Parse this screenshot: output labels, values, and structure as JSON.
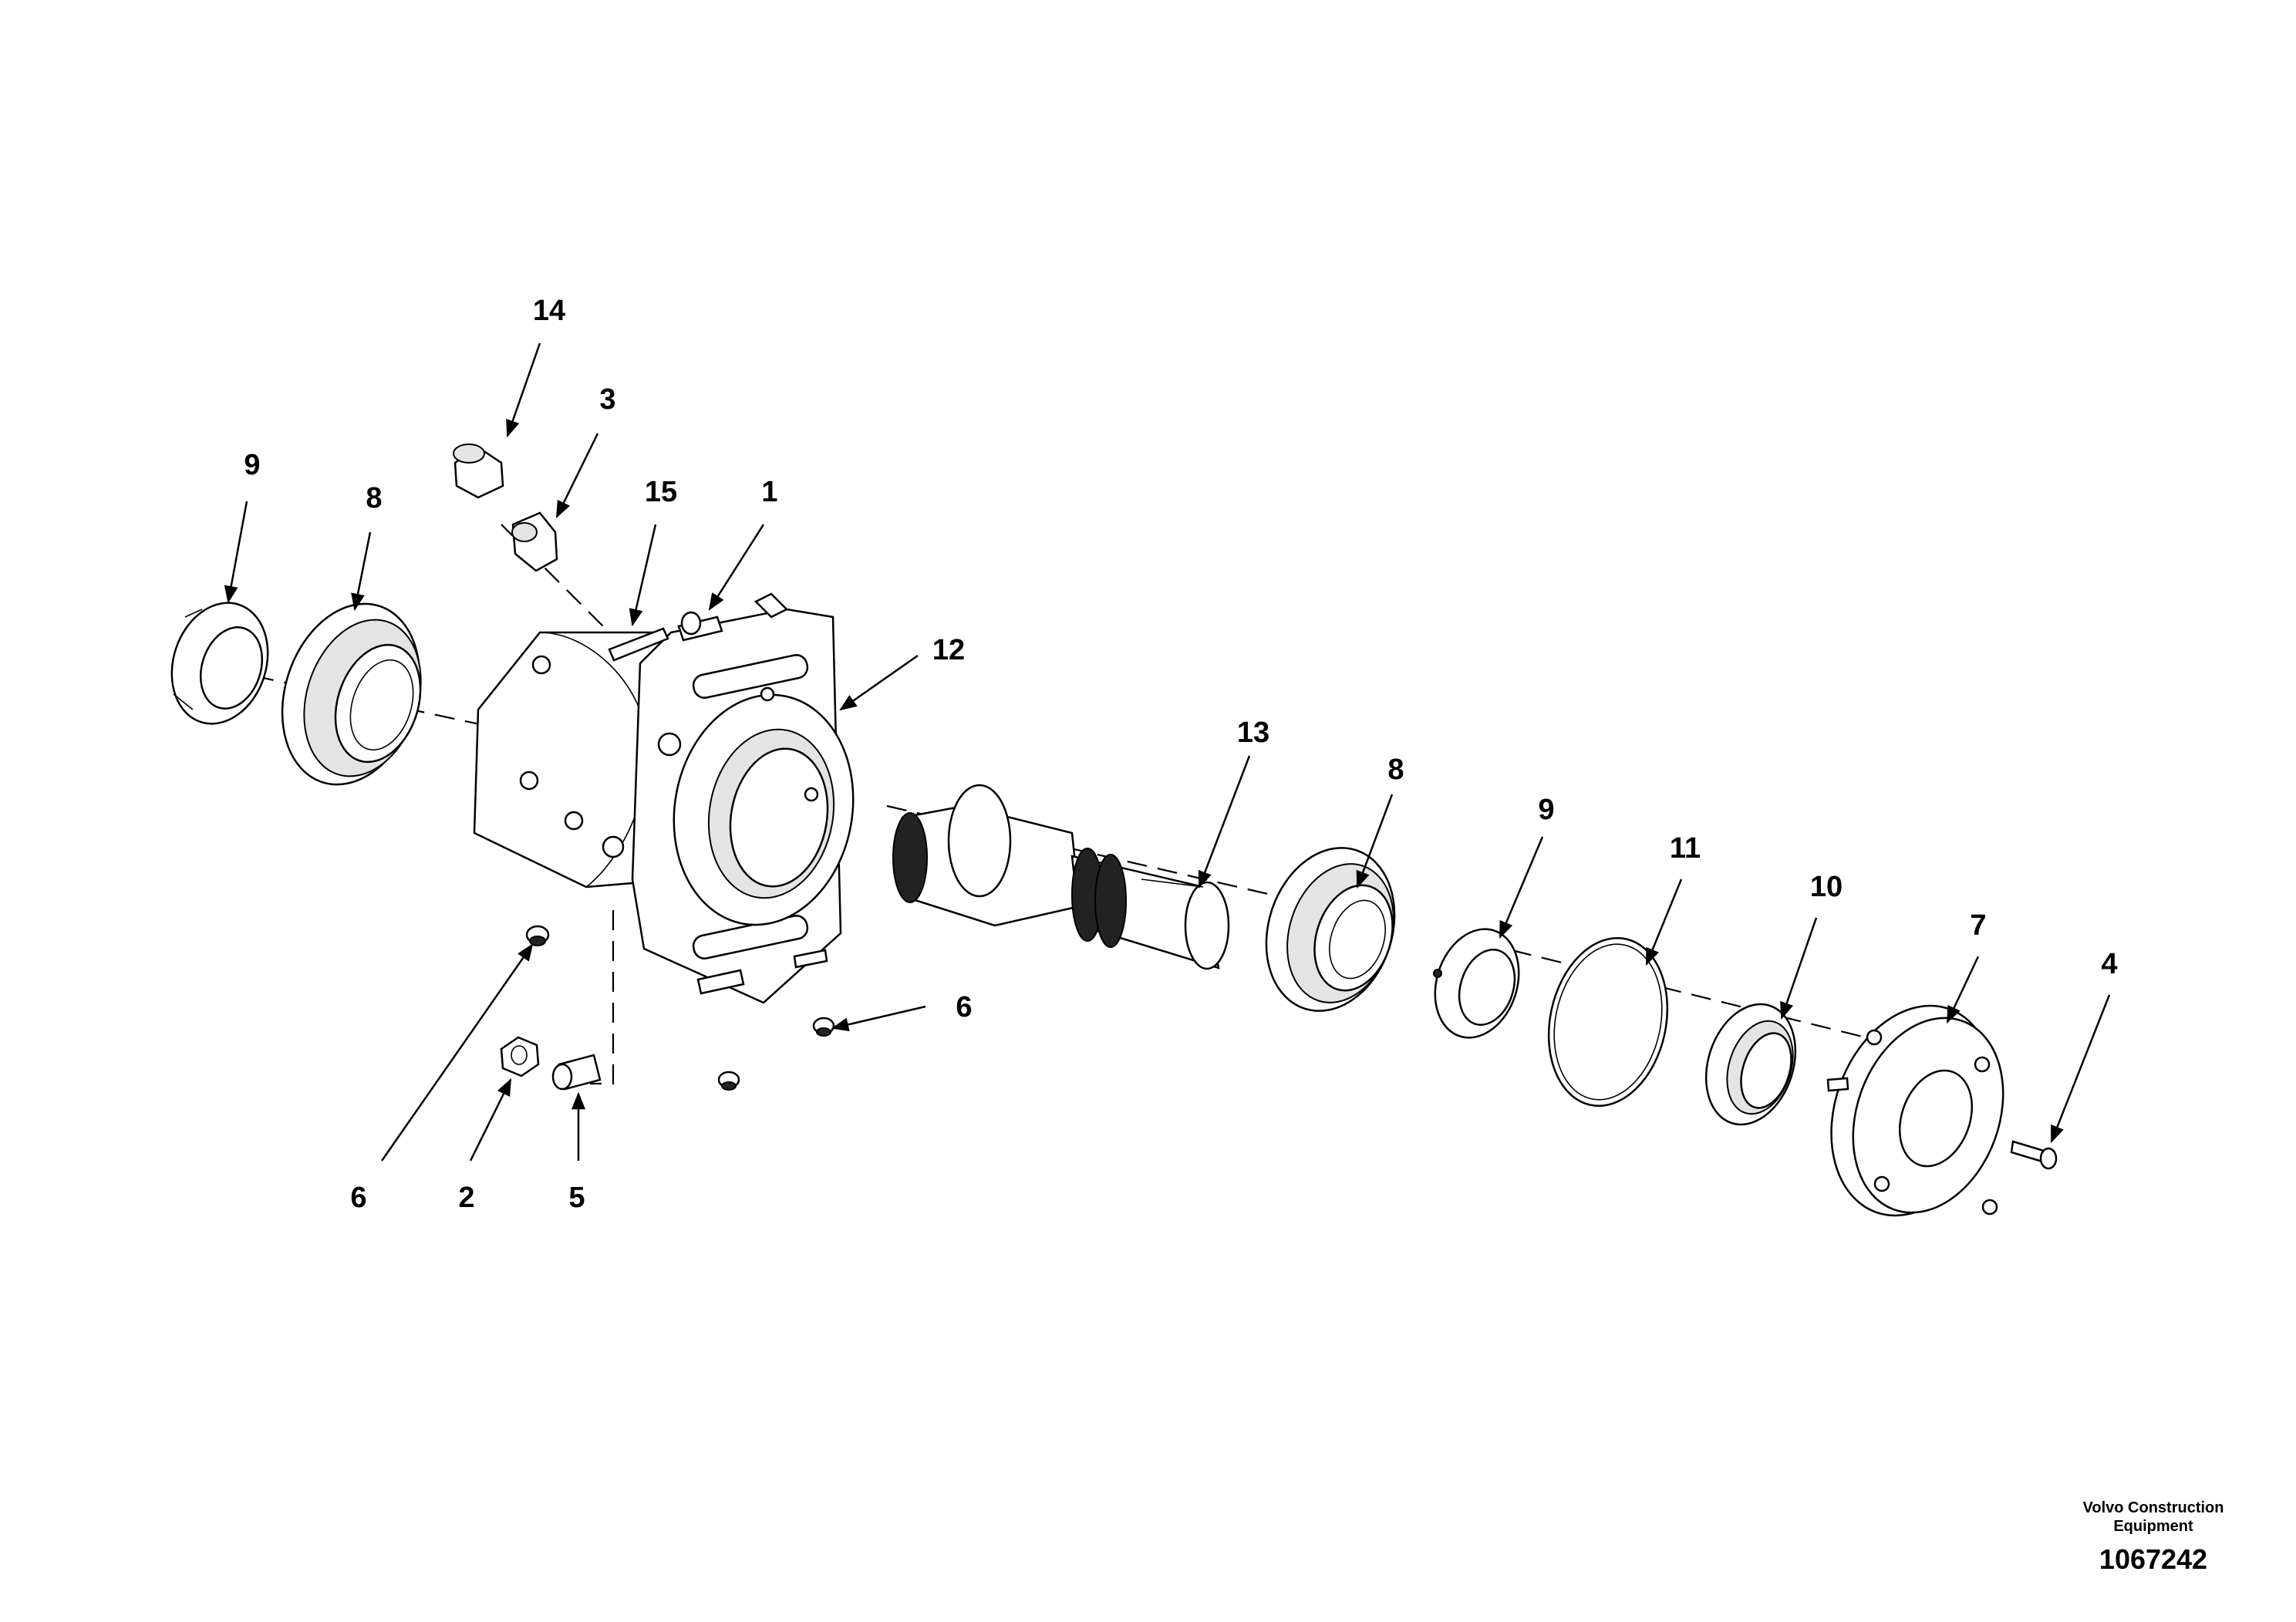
{
  "diagram": {
    "callouts": [
      {
        "id": "c14",
        "label": "14"
      },
      {
        "id": "c3",
        "label": "3"
      },
      {
        "id": "c15",
        "label": "15"
      },
      {
        "id": "c1",
        "label": "1"
      },
      {
        "id": "c9a",
        "label": "9"
      },
      {
        "id": "c8a",
        "label": "8"
      },
      {
        "id": "c12",
        "label": "12"
      },
      {
        "id": "c13",
        "label": "13"
      },
      {
        "id": "c8b",
        "label": "8"
      },
      {
        "id": "c9b",
        "label": "9"
      },
      {
        "id": "c11",
        "label": "11"
      },
      {
        "id": "c10",
        "label": "10"
      },
      {
        "id": "c7",
        "label": "7"
      },
      {
        "id": "c4",
        "label": "4"
      },
      {
        "id": "c6a",
        "label": "6"
      },
      {
        "id": "c6b",
        "label": "6"
      },
      {
        "id": "c2",
        "label": "2"
      },
      {
        "id": "c5",
        "label": "5"
      }
    ]
  },
  "footer": {
    "brand_line1": "Volvo Construction",
    "brand_line2": "Equipment",
    "drawing_number": "1067242"
  }
}
